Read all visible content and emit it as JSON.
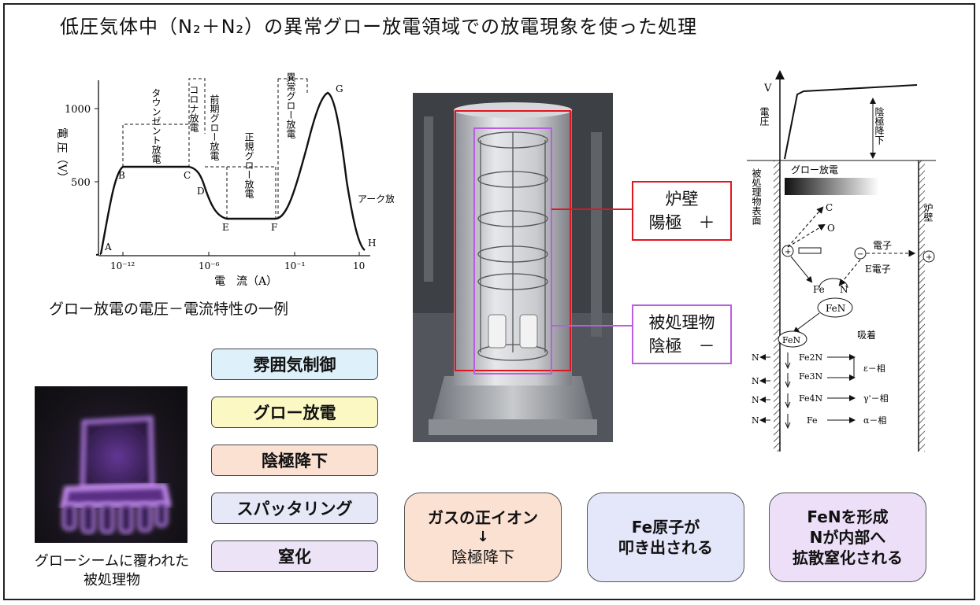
{
  "title": "低圧気体中（N₂＋N₂）の異常グロー放電領域での放電現象を使った処理",
  "iv_chart": {
    "ylabel": "電 圧（V）",
    "xlabel": "電　流（A）",
    "yticks": [
      "1000",
      "500"
    ],
    "xticks": [
      "10⁻¹²",
      "10⁻⁶",
      "10⁻¹",
      "10"
    ],
    "points": [
      "A",
      "B",
      "C",
      "D",
      "E",
      "F",
      "G",
      "H"
    ],
    "regions": [
      "タウンゼント放電",
      "コロナ放電",
      "前期グロー放電",
      "正規グロー放電",
      "異常グロー放電",
      "アーク放電"
    ],
    "caption": "グロー放電の電圧－電流特性の一例"
  },
  "steps": [
    "雰囲気制御",
    "グロー放電",
    "陰極降下",
    "スパッタリング",
    "窒化"
  ],
  "sheath_caption": [
    "グローシームに覆われた",
    "被処理物"
  ],
  "callouts": {
    "wall": [
      "炉壁",
      "陽極　＋"
    ],
    "work": [
      "被処理物",
      "陰極　－"
    ]
  },
  "bottom_boxes": [
    {
      "lines": [
        "ガスの正イオン",
        "↓",
        "陰極降下"
      ]
    },
    {
      "lines": [
        "Fe原子が",
        "叩き出される"
      ]
    },
    {
      "lines": [
        "FeNを形成",
        "Nが内部へ",
        "拡散窒化される"
      ]
    }
  ],
  "mechanism": {
    "v": "V",
    "voltage": "電圧",
    "cathode_drop": "陰極降下",
    "glow": "グロー放電",
    "surface": "被処理物表面",
    "wall": "炉壁",
    "c": "C",
    "o": "O",
    "electron": "電子",
    "e_electron": "E電子",
    "fe": "Fe",
    "n": "N",
    "fen": "FeN",
    "adsorb": "吸着",
    "phases": [
      {
        "compound": "Fe2N",
        "phase": ""
      },
      {
        "compound": "Fe3N",
        "phase": "ε－相"
      },
      {
        "compound": "Fe4N",
        "phase": "γ'－相"
      },
      {
        "compound": "Fe",
        "phase": "α－相"
      }
    ]
  },
  "colors": {
    "step_colors": [
      "#def0f9",
      "#fbf8c4",
      "#fbe1d2",
      "#e6e8f8",
      "#ece3f7"
    ],
    "box_colors": [
      "#fbe1d2",
      "#e4e6fa",
      "#ecdff7"
    ],
    "wall_border": "#e0161f",
    "work_border": "#b95ee0"
  }
}
